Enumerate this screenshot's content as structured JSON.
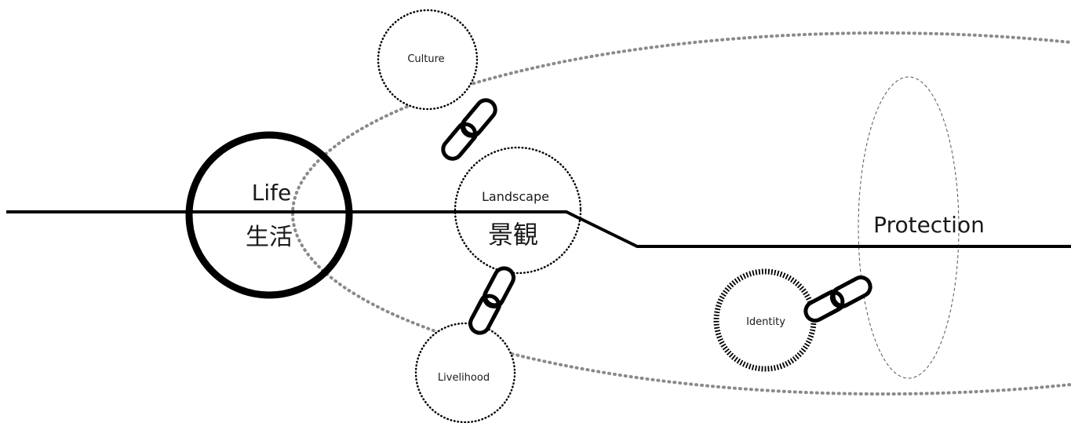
{
  "diagram": {
    "nodes": {
      "life": {
        "label": "Life",
        "label_cjk": "生活"
      },
      "culture": {
        "label": "Culture"
      },
      "landscape": {
        "label": "Landscape",
        "label_cjk": "景観"
      },
      "livelihood": {
        "label": "Livelihood"
      },
      "identity": {
        "label": "Identity"
      },
      "protection": {
        "label": "Protection"
      }
    }
  }
}
